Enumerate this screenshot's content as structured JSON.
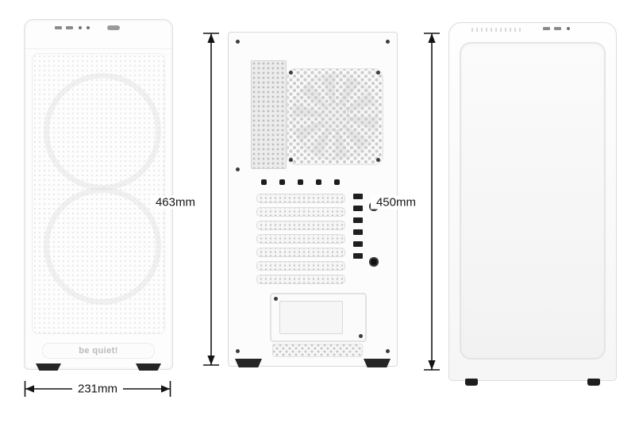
{
  "brand": {
    "logo_text": "be quiet!"
  },
  "dimensions": {
    "front_width": "231mm",
    "rear_height": "463mm",
    "side_height": "450mm"
  },
  "colors": {
    "background": "#ffffff",
    "case_fill": "#fdfdfd",
    "case_outline": "#dedede",
    "dimension_ink": "#141414",
    "logo_gray": "#b9b9b9",
    "foot_dark": "#262626"
  }
}
